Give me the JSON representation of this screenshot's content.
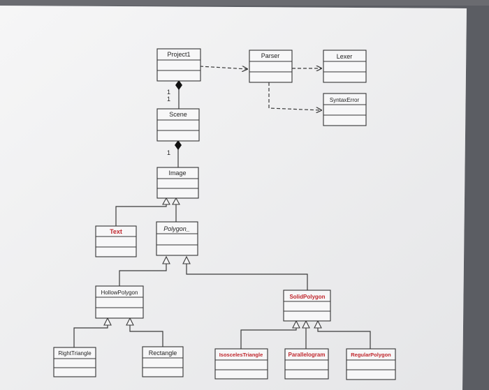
{
  "classes": {
    "project1": "Project1",
    "parser": "Parser",
    "lexer": "Lexer",
    "syntax_error": "SyntaxError",
    "scene": "Scene",
    "image": "Image",
    "text": "Text",
    "polygon": "Polygon_",
    "hollow_polygon": "HollowPolygon",
    "solid_polygon": "SolidPolygon",
    "right_triangle": "RightTriangle",
    "rectangle": "Rectangle",
    "isosceles_triangle": "IsoscelesTriangle",
    "parallelogram": "Parallelogram",
    "regular_polygon": "RegularPolygon"
  },
  "multiplicities": {
    "project_scene_a": "1",
    "project_scene_b": "1",
    "scene_image": "1"
  },
  "colors": {
    "paper": "#f4f4f5",
    "line": "#3a3a3a",
    "highlight_text": "#c0262c",
    "backdrop": "#5b5d63"
  }
}
